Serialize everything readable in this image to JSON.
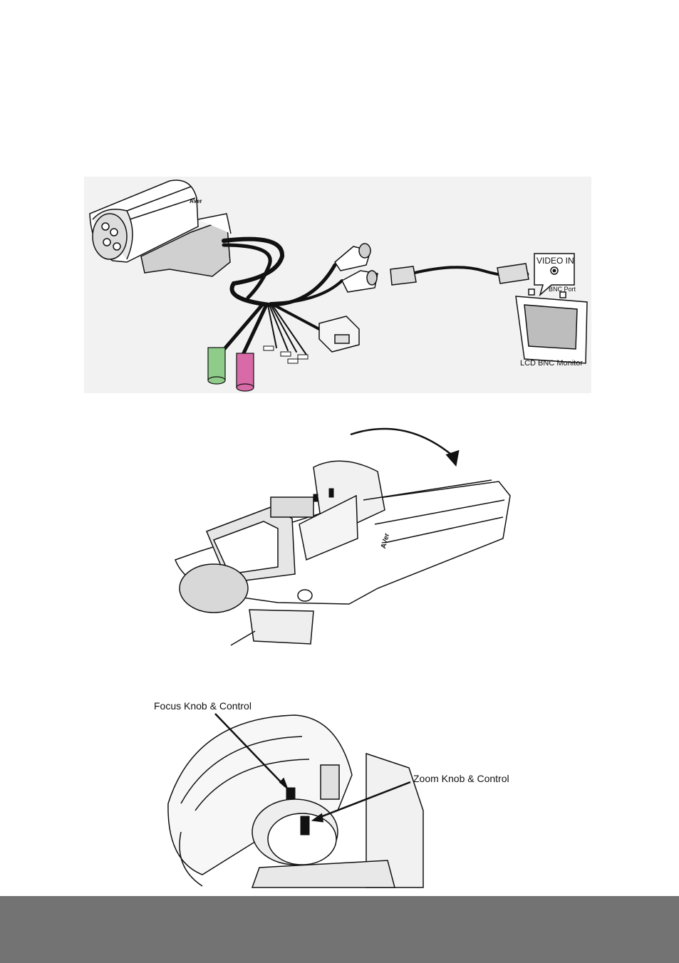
{
  "figure1": {
    "video_in_label": "VIDEO IN",
    "bnc_port_label": "BNC Port",
    "monitor_label": "LCD BNC Monitor",
    "brand_mark": "AVer"
  },
  "figure2": {
    "brand_mark": "AVer"
  },
  "figure3": {
    "focus_label": "Focus Knob & Control",
    "zoom_label": "Zoom Knob & Control"
  },
  "colors": {
    "footer_bar": "#737373",
    "figure1_background": "#f2f2f2",
    "audio_in_plug": "#8fcc8a",
    "audio_out_plug": "#d86aa8",
    "line_art": "#111111"
  }
}
